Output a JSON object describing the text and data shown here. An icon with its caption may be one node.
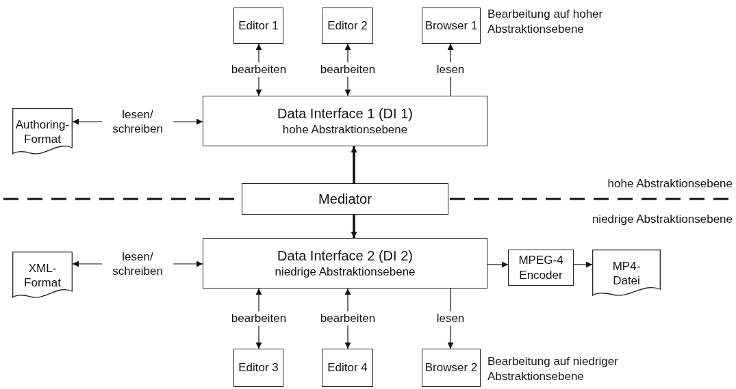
{
  "diagram": {
    "nodes": [
      {
        "text": [
          "Editor 1"
        ]
      },
      {
        "text": [
          "Editor 2"
        ]
      },
      {
        "text": [
          "Browser 1"
        ]
      },
      {
        "text": [
          "Authoring-Format"
        ]
      },
      {
        "text": [
          "Data Interface 1 (DI 1)",
          "hohe Abstraktionsebene"
        ]
      },
      {
        "text": [
          "Mediator"
        ]
      },
      {
        "text": [
          "XML-Format"
        ]
      },
      {
        "text": [
          "Data Interface 2 (DI 2)",
          "niedrige Abstraktionsebene"
        ]
      },
      {
        "text": [
          "MPEG-4 Encoder"
        ]
      },
      {
        "text": [
          "MP4-Datei"
        ]
      },
      {
        "text": [
          "Editor 3"
        ]
      },
      {
        "text": [
          "Editor 4"
        ]
      },
      {
        "text": [
          "Browser 2"
        ]
      }
    ],
    "edges": [
      {
        "from": 0,
        "to": 4,
        "arrow": "both",
        "label": "bearbeiten"
      },
      {
        "from": 1,
        "to": 4,
        "arrow": "both",
        "label": "bearbeiten"
      },
      {
        "from": 4,
        "to": 2,
        "arrow": "to",
        "label": "lesen"
      },
      {
        "from": 3,
        "to": 4,
        "arrow": "both",
        "label": "lesen/ schreiben"
      },
      {
        "from": 5,
        "to": 4,
        "arrow": "to",
        "style": "thick"
      },
      {
        "from": 5,
        "to": 7,
        "arrow": "to",
        "style": "thick"
      },
      {
        "from": 6,
        "to": 7,
        "arrow": "both",
        "label": "lesen/ schreiben"
      },
      {
        "from": 7,
        "to": 8,
        "arrow": "to"
      },
      {
        "from": 8,
        "to": 9,
        "arrow": "to"
      },
      {
        "from": 7,
        "to": 10,
        "arrow": "both",
        "label": "bearbeiten"
      },
      {
        "from": 7,
        "to": 11,
        "arrow": "both",
        "label": "bearbeiten"
      },
      {
        "from": 7,
        "to": 12,
        "arrow": "to",
        "label": "lesen"
      }
    ],
    "labels": [
      "Bearbeitung auf hoher Abstraktionsebene",
      "hohe Abstraktionsebene",
      "niedrige Abstraktionsebene",
      "Bearbeitung auf niedriger Abstraktionsebene"
    ]
  }
}
